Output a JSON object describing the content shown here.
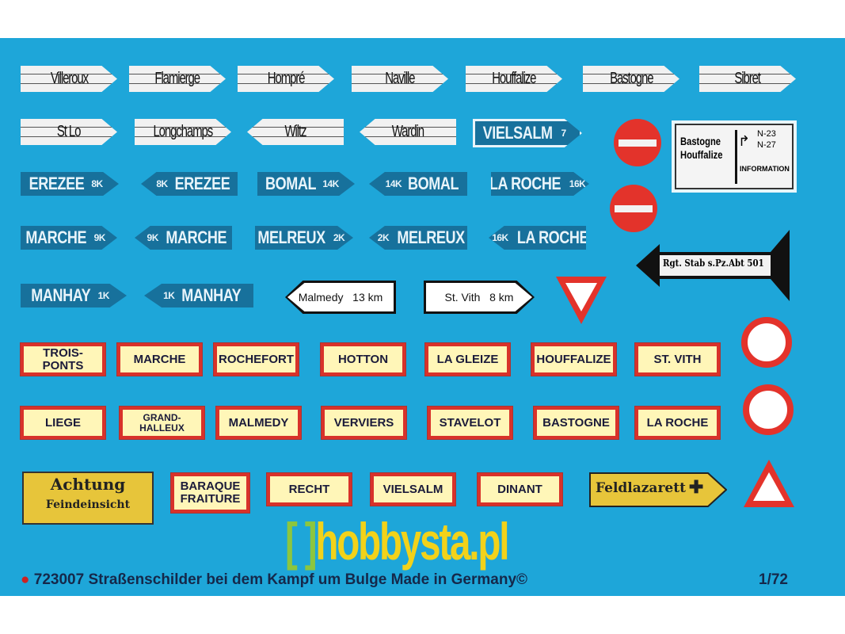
{
  "white_arrows": [
    {
      "text": "Villeroux",
      "dir": "right"
    },
    {
      "text": "Flamierge",
      "dir": "right"
    },
    {
      "text": "Hompré",
      "dir": "right"
    },
    {
      "text": "Naville",
      "dir": "right"
    },
    {
      "text": "Houffalize",
      "dir": "right"
    },
    {
      "text": "Bastogne",
      "dir": "right"
    },
    {
      "text": "Sibret",
      "dir": "right"
    },
    {
      "text": "St Lo",
      "dir": "right"
    },
    {
      "text": "Longchamps",
      "dir": "right"
    },
    {
      "text": "Wiltz",
      "dir": "left"
    },
    {
      "text": "Wardin",
      "dir": "left"
    }
  ],
  "blue_arrows": [
    {
      "name": "VIELSALM",
      "dist": "7",
      "dir": "right"
    },
    {
      "name": "EREZEE",
      "dist": "8K",
      "dir": "right"
    },
    {
      "name": "EREZEE",
      "dist": "8K",
      "dir": "left"
    },
    {
      "name": "BOMAL",
      "dist": "14K",
      "dir": "right"
    },
    {
      "name": "BOMAL",
      "dist": "14K",
      "dir": "left"
    },
    {
      "name": "LA ROCHE",
      "dist": "16K",
      "dir": "right"
    },
    {
      "name": "MARCHE",
      "dist": "9K",
      "dir": "right"
    },
    {
      "name": "MARCHE",
      "dist": "9K",
      "dir": "left"
    },
    {
      "name": "MELREUX",
      "dist": "2K",
      "dir": "right"
    },
    {
      "name": "MELREUX",
      "dist": "2K",
      "dir": "left"
    },
    {
      "name": "LA ROCHE",
      "dist": "16K",
      "dir": "left"
    },
    {
      "name": "MANHAY",
      "dist": "1K",
      "dir": "right"
    },
    {
      "name": "MANHAY",
      "dist": "1K",
      "dir": "left"
    }
  ],
  "bw_arrows": [
    {
      "text": "Malmedy   13 km",
      "dir": "left"
    },
    {
      "text": "St. Vith   8 km",
      "dir": "right"
    }
  ],
  "town_boxes": [
    "TROIS-PONTS",
    "MARCHE",
    "ROCHEFORT",
    "HOTTON",
    "LA GLEIZE",
    "HOUFFALIZE",
    "ST. VITH",
    "LIEGE",
    "GRAND-HALLEUX",
    "MALMEDY",
    "VERVIERS",
    "STAVELOT",
    "BASTOGNE",
    "LA ROCHE",
    "BARAQUE FRAITURE",
    "RECHT",
    "VIELSALM",
    "DINANT"
  ],
  "info_panel": {
    "left1": "Bastogne",
    "left2": "Houffalize",
    "road1": "N-23",
    "road2": "N-27",
    "label": "INFORMATION"
  },
  "black_arrow": "Rgt. Stab s.Pz.Abt 501",
  "achtung": {
    "line1": "Achtung",
    "line2": "Feindeinsicht"
  },
  "feldlazarett": "Feldlazarett",
  "watermark": "hobbysta.pl",
  "footer": "723007 Straßenschilder bei dem Kampf um Bulge  Made in Germany©",
  "scale": "1/72",
  "colors": {
    "sheet": "#1ea6d9",
    "sign_blue": "#17719c",
    "red": "#d8322a",
    "yellow_box": "#fff6b8",
    "wood": "#e7c53a"
  }
}
